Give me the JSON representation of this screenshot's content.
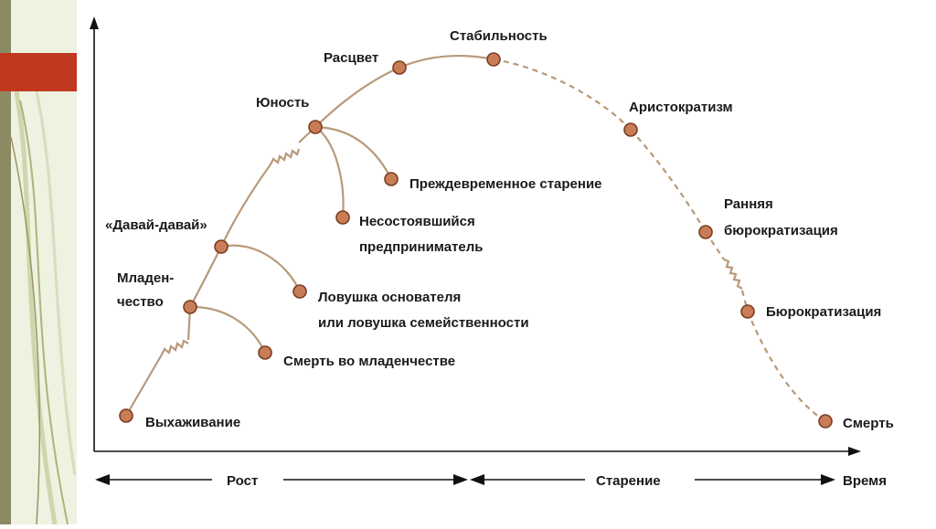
{
  "colors": {
    "node_fill": "#c97d57",
    "node_stroke": "#7a3d22",
    "curve": "#b89979",
    "axis": "#111111",
    "strip_green": "#e9efdb",
    "strip_olive": "#8c8a63",
    "strip_red": "#c0391f"
  },
  "stages": {
    "survival": "Выхаживание",
    "infancy_line1": "Младен-",
    "infancy_line2": "чество",
    "gogo": "«Давай-давай»",
    "youth": "Юность",
    "prime": "Расцвет",
    "stability": "Стабильность",
    "aristocracy": "Аристократизм",
    "early_bureaucracy_line1": "Ранняя",
    "early_bureaucracy_line2": "бюрократизация",
    "bureaucracy": "Бюрократизация",
    "death": "Смерть"
  },
  "traps": {
    "infant_mortality": "Смерть во младенчестве",
    "founder_trap_line1": "Ловушка основателя",
    "founder_trap_line2": "или ловушка семейственности",
    "failed_entrepreneur_line1": "Несостоявшийся",
    "failed_entrepreneur_line2": "предприниматель",
    "premature_aging": "Преждевременное старение"
  },
  "axis": {
    "growth": "Рост",
    "aging": "Старение",
    "time": "Время"
  }
}
